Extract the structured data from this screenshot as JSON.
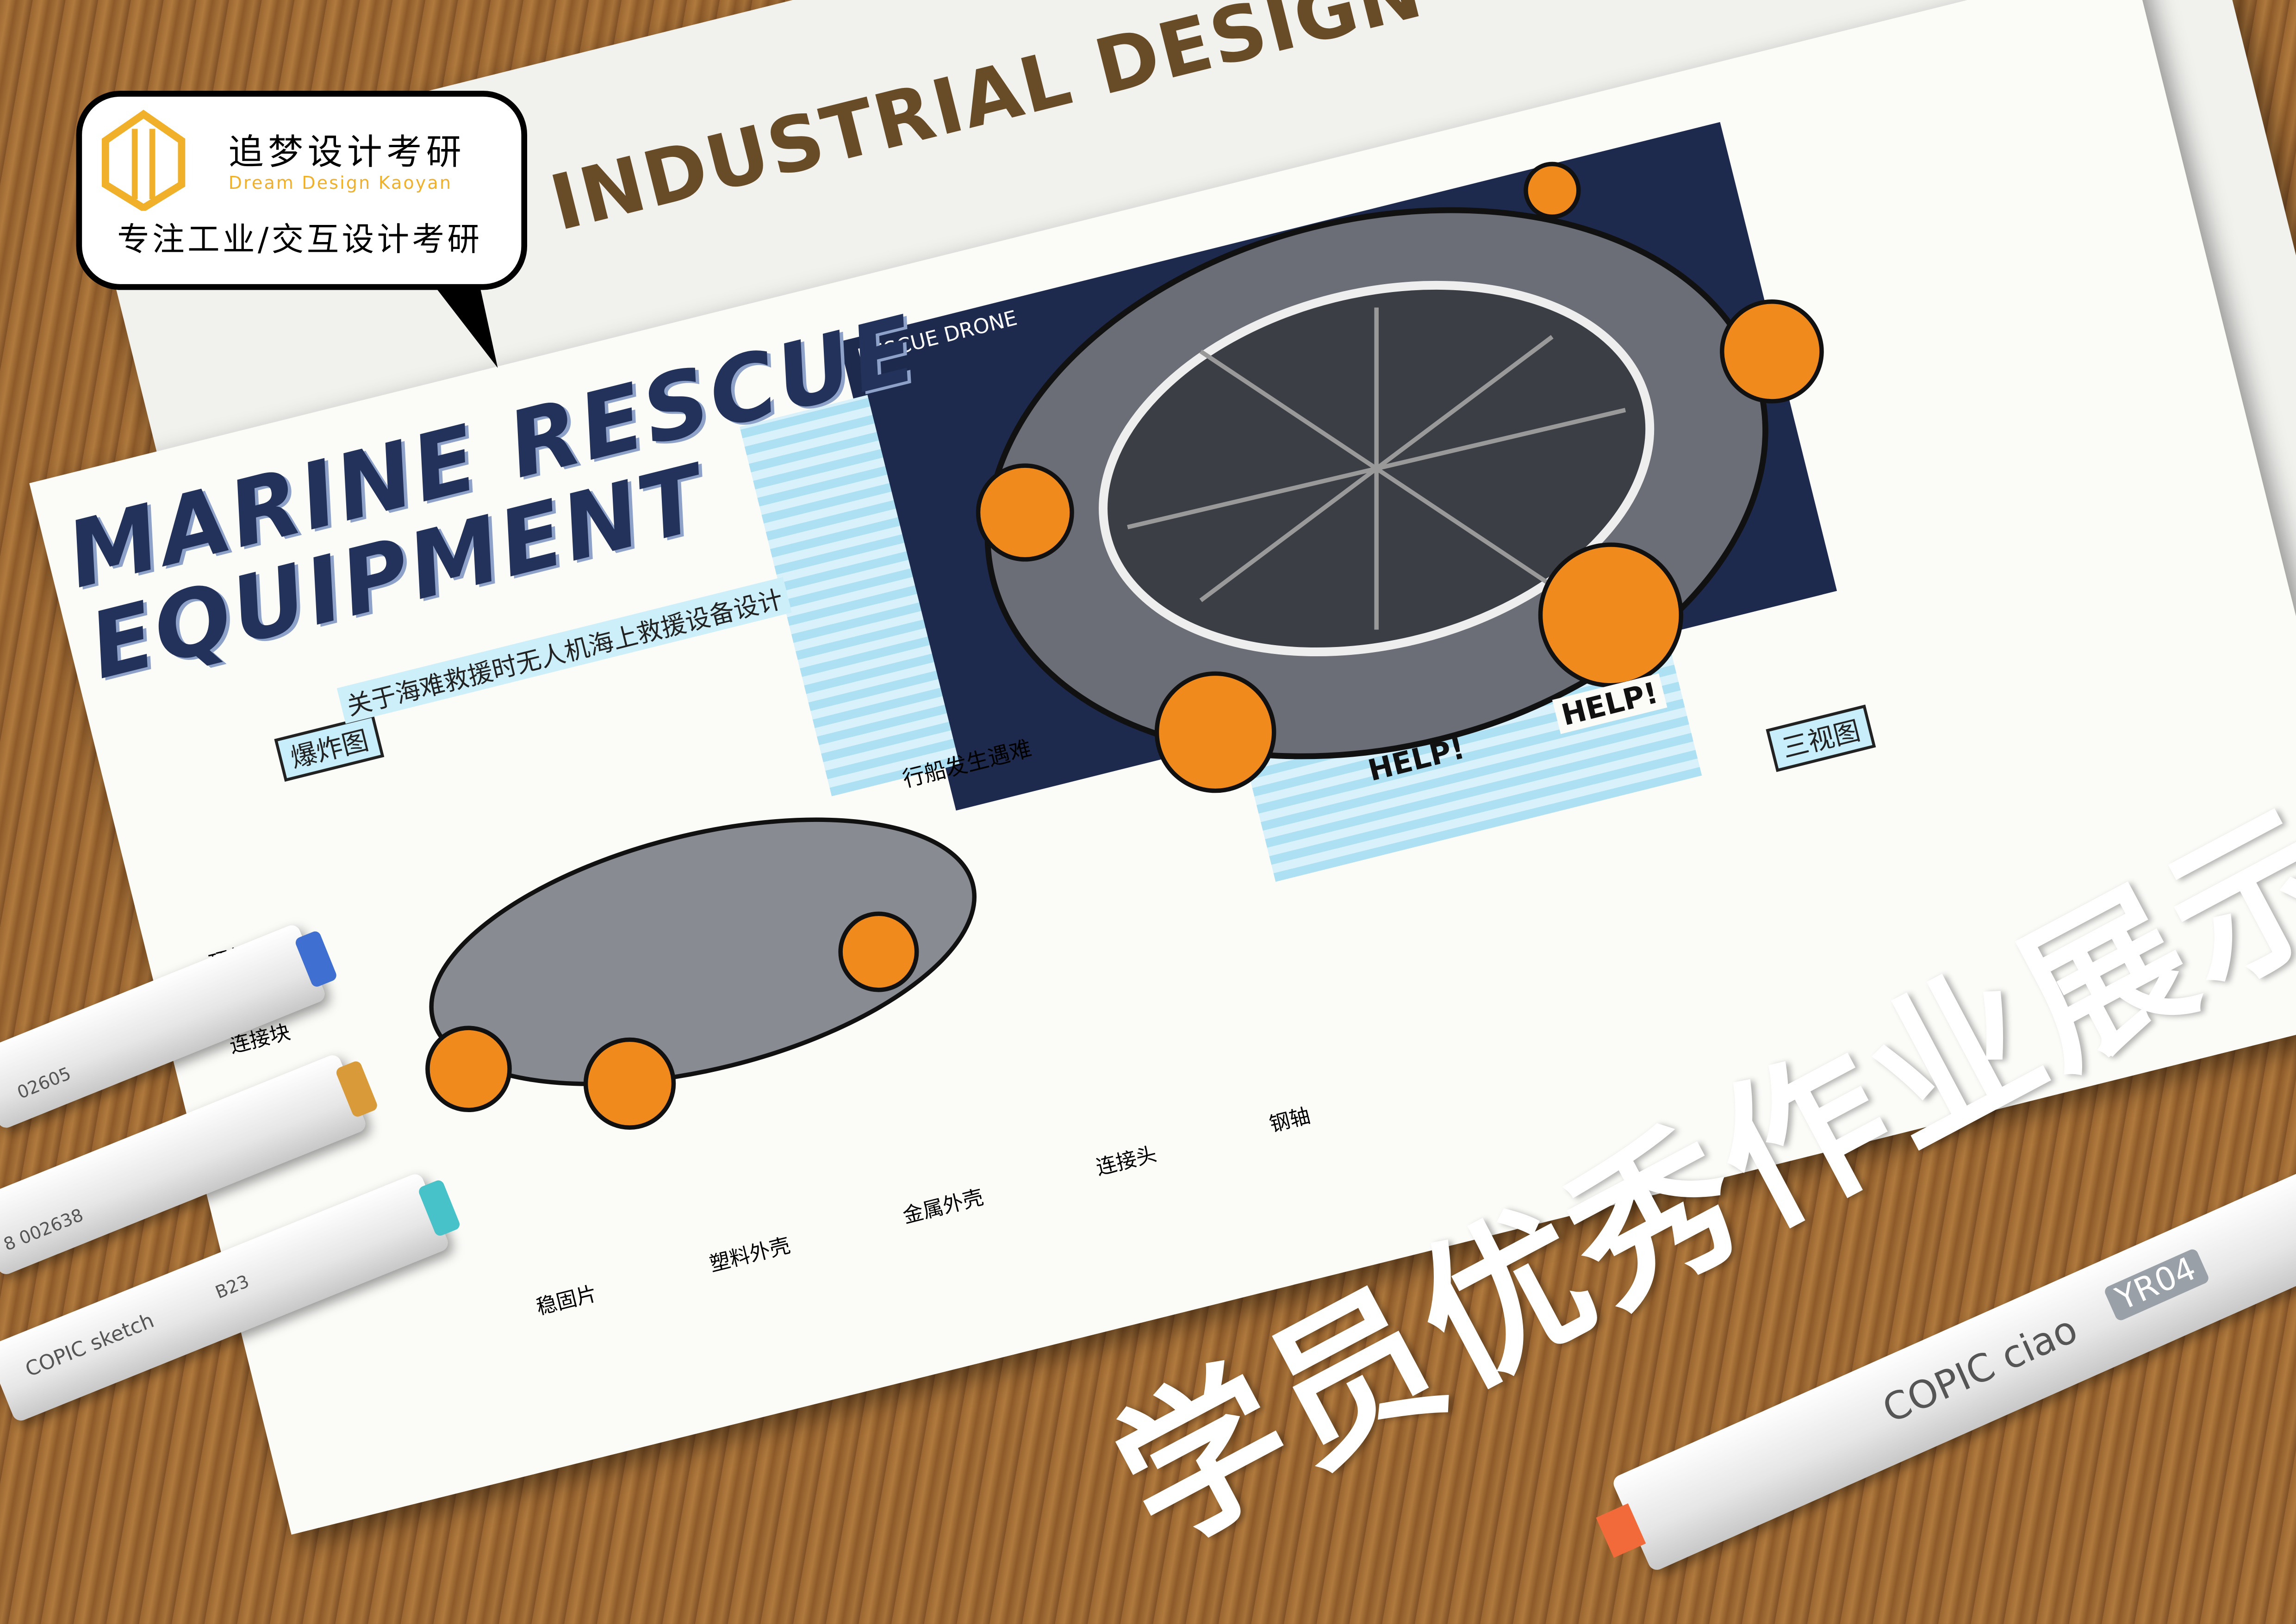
{
  "banner": {
    "heading": "INDUSTRIAL DESIGN",
    "promo_title": "学员优秀作业展示"
  },
  "logo_bubble": {
    "brand_cn": "追梦设计考研",
    "brand_en": "Dream Design Kaoyan",
    "tagline": "专注工业/交互设计考研",
    "brand_color": "#F0B02A"
  },
  "sheet": {
    "title_line1": "MARINE RESCUE",
    "title_line2": "EQUIPMENT",
    "subtitle": "关于海难救援时无人机海上救援设备设计",
    "exploded_view_label": "爆炸图",
    "three_view_label": "三视图",
    "panel_label": "RESCUE DRONE",
    "storyboard_step1": "行船发生遇难",
    "help_text_1": "HELP!",
    "help_text_2": "HELP!",
    "part_labels": [
      "顶盖",
      "连接块",
      "稳固片",
      "塑料外壳",
      "金属外壳",
      "连接头",
      "钢轴"
    ],
    "colors": {
      "navy": "#1D2A4D",
      "orange": "#F08A1C",
      "water": "#AEE0F3"
    }
  },
  "markers": {
    "ciao_brand": "COPIC ciao",
    "ciao_code": "YR04",
    "sketch_brand": "COPIC sketch",
    "sketch_code": "B23",
    "barcode_1": "02605",
    "barcode_2": "8 002638"
  }
}
